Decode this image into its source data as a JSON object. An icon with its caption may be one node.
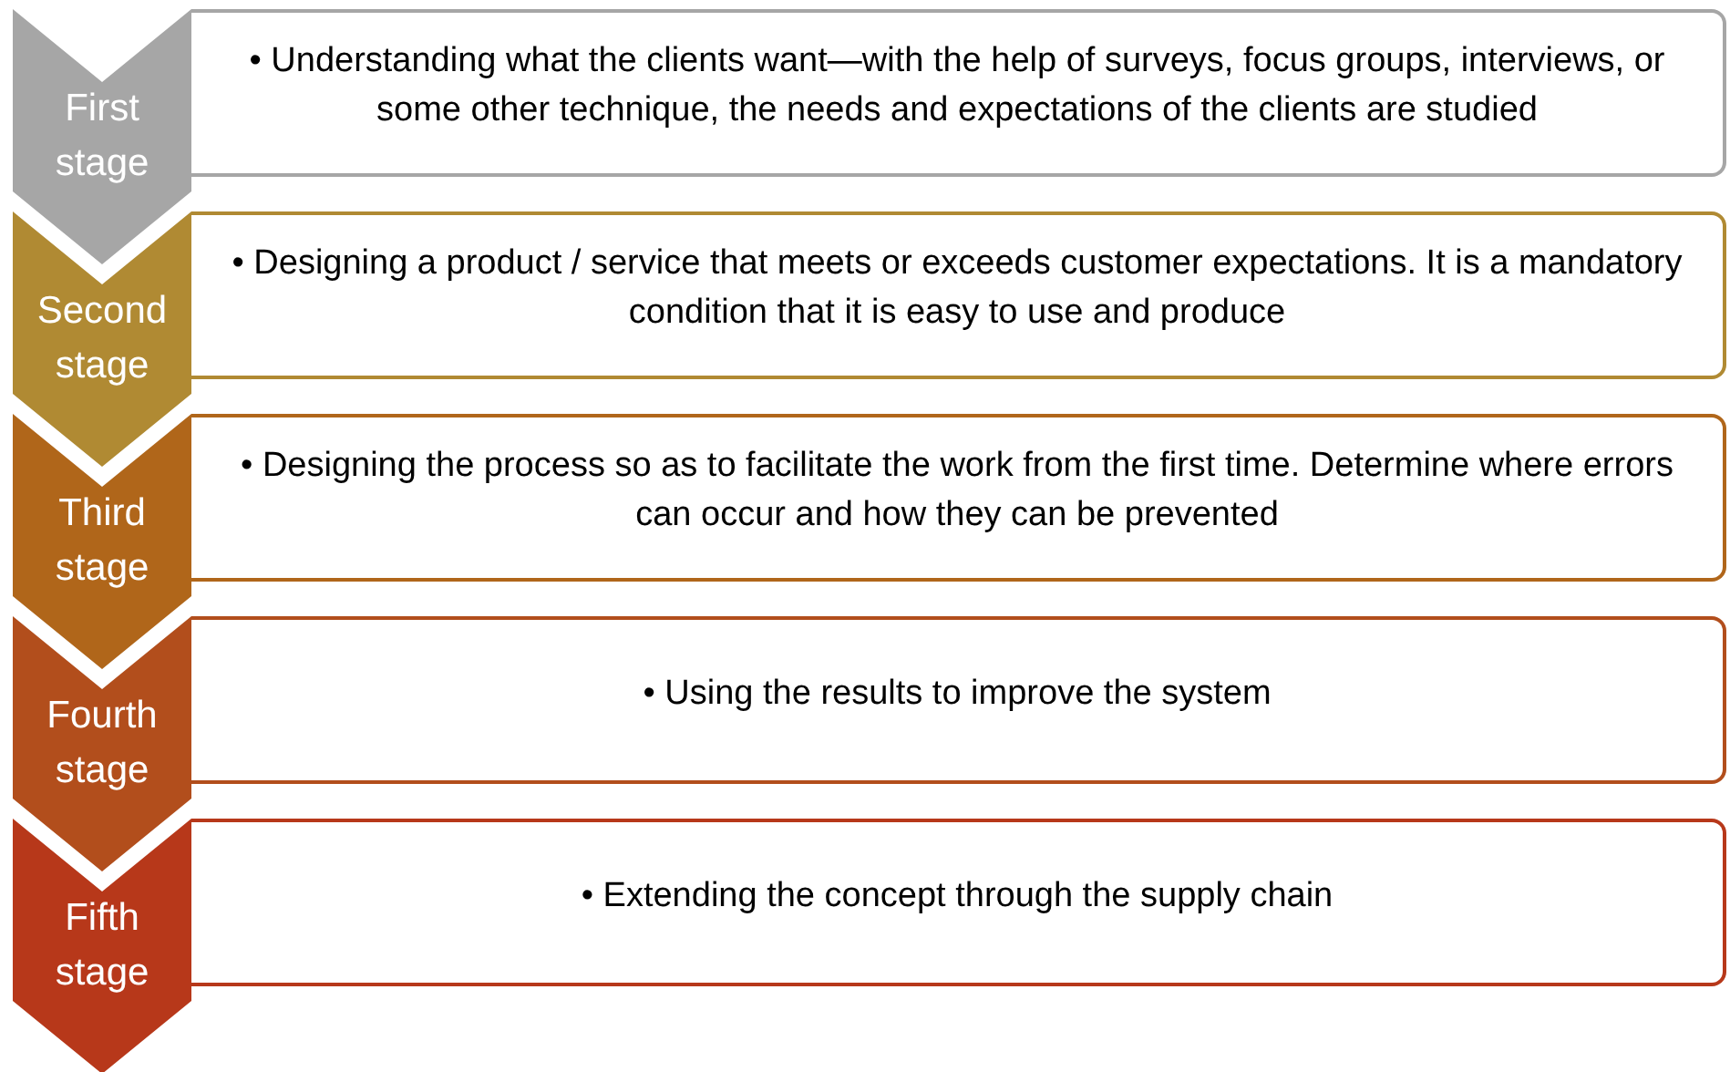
{
  "diagram": {
    "nodes": [
      {
        "text": [
          "First stage"
        ]
      },
      {
        "text": [
          "• Understanding what the clients want—with the help of surveys, focus groups, interviews, or some other technique, the needs and expectations of the clients are studied"
        ]
      },
      {
        "text": [
          "Second stage"
        ]
      },
      {
        "text": [
          "• Designing a product / service that meets or exceeds customer expectations. It is a mandatory condition that it is easy to use and produce"
        ]
      },
      {
        "text": [
          "Third stage"
        ]
      },
      {
        "text": [
          "• Designing the process so as to facilitate the work from the first time. Determine where errors can occur and how they can be prevented"
        ]
      },
      {
        "text": [
          "Fourth stage"
        ]
      },
      {
        "text": [
          "• Using the results to improve the system"
        ]
      },
      {
        "text": [
          "Fifth stage"
        ]
      },
      {
        "text": [
          "• Extending the concept through the supply chain"
        ]
      }
    ]
  }
}
